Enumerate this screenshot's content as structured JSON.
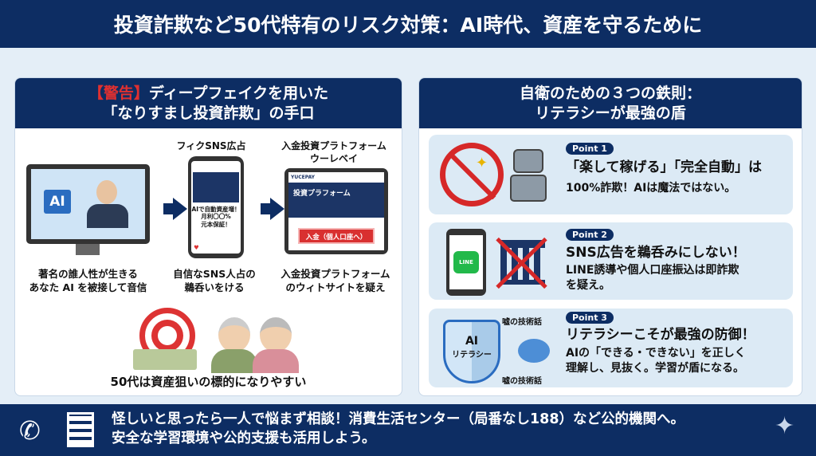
{
  "title": "投資詐欺など50代特有のリスク対策：AI時代、資産を守るために",
  "left": {
    "title_warn": "【警告】",
    "title_rest": "ディープフェイクを用いた",
    "title_line2": "「なりすまし投資詐欺」の手口",
    "steps": [
      {
        "caption_1": "著名の誰人性が生きる",
        "caption_2": "あなた AI を被接して音信",
        "screen_label": "AI"
      },
      {
        "label": "フィクSNS広占",
        "ad_1": "AIで自動資産増！",
        "ad_2": "月利〇〇%",
        "ad_3": "元本保証！",
        "caption_1": "自信なSNS人占の",
        "caption_2": "鵜呑いをける"
      },
      {
        "label_1": "入金投資プラトフォーム",
        "label_2": "ウーレベイ",
        "site_logo": "YUCEPAY",
        "site_title": "投資プラフォーム",
        "button": "入金（個人口座へ）",
        "caption_1": "入金投資プラトフォーム",
        "caption_2": "のウィトサイトを疑え"
      }
    ],
    "bottom_caption": "50代は資産狙いの標的になりやすい"
  },
  "right": {
    "title_1": "自衛のための３つの鉄則：",
    "title_2": "リテラシーが最強の盾",
    "points": [
      {
        "badge": "Point 1",
        "title": "「楽して稼げる」「完全自動」は",
        "body": "100%詐欺！AIは魔法ではない。"
      },
      {
        "badge": "Point 2",
        "title": "SNS広告を鵜呑みにしない！",
        "body_1": "LINE誘導や個人口座振込は即詐欺",
        "body_2": "を疑え。",
        "app_label": "LINE"
      },
      {
        "badge": "Point 3",
        "title": "リテラシーこそが最強の防御！",
        "body_1": "AIの「できる・できない」を正しく",
        "body_2": "理解し、見抜く。学習が盾になる。",
        "shield_1": "AI",
        "shield_2": "リテラシー",
        "lie_label": "嘘の技術話"
      }
    ]
  },
  "footer": {
    "line_1": "怪しいと思ったら一人で悩まず相談！消費生活センター（局番なし188）など公的機関へ。",
    "line_2": "安全な学習環境や公的支援も活用しよう。"
  },
  "colors": {
    "navy": "#0d2d63",
    "bg": "#e4eef7",
    "card": "#dceaf5",
    "warn": "#e03030"
  }
}
